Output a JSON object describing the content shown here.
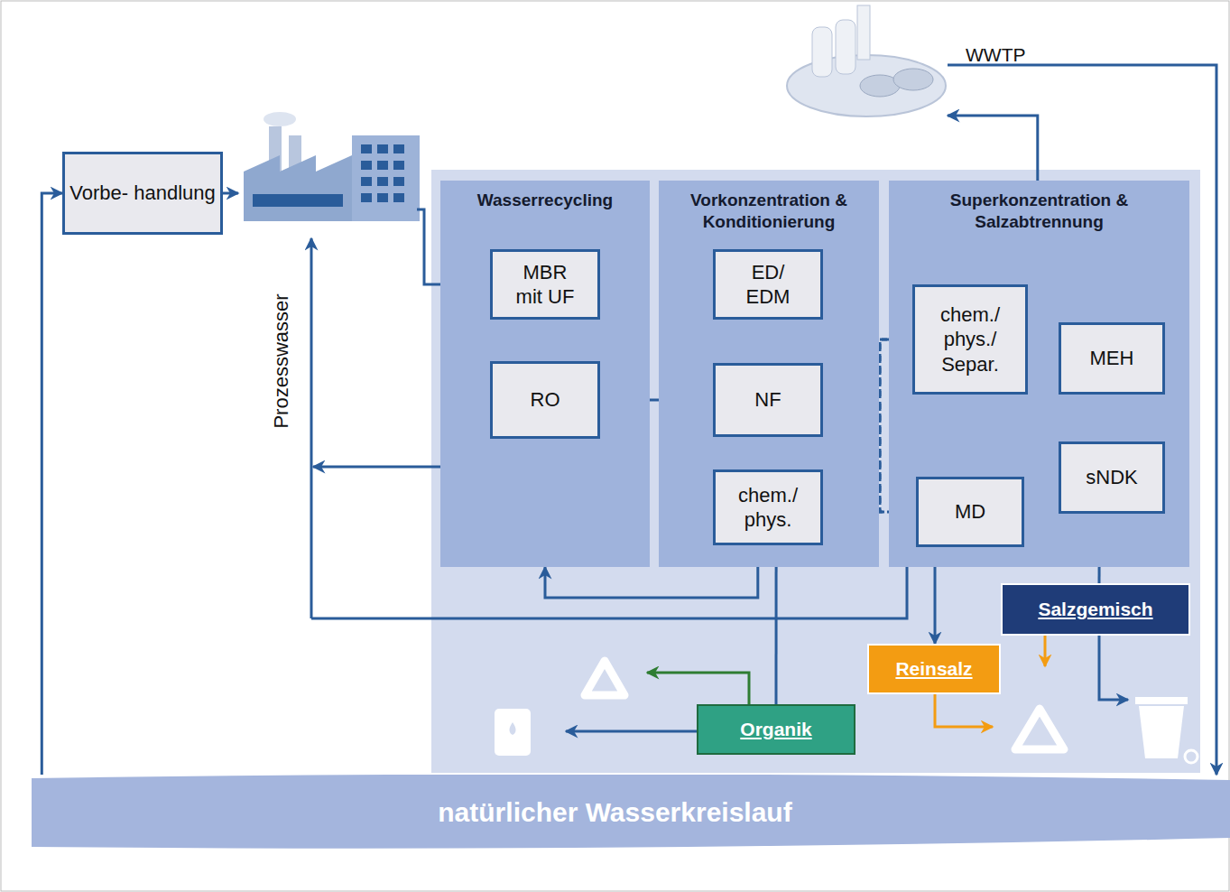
{
  "diagram": {
    "nodes": [
      {
        "text": [
          "Vorbe- handlung"
        ]
      },
      {
        "text": [
          "WWTP"
        ]
      },
      {
        "text": [
          "Wasserrecycling"
        ]
      },
      {
        "text": [
          "MBR mit UF"
        ],
        "in": 2
      },
      {
        "text": [
          "RO"
        ],
        "in": 2
      },
      {
        "text": [
          "Vorkonzentration & Konditionierung"
        ]
      },
      {
        "text": [
          "ED/ EDM"
        ],
        "in": 5
      },
      {
        "text": [
          "NF"
        ],
        "in": 5
      },
      {
        "text": [
          "chem./ phys."
        ],
        "in": 5
      },
      {
        "text": [
          "Superkonzentration & Salzabtrennung"
        ]
      },
      {
        "text": [
          "chem./ phys./ Separ."
        ],
        "in": 9
      },
      {
        "text": [
          "MEH"
        ],
        "in": 9
      },
      {
        "text": [
          "sNDK"
        ],
        "in": 9
      },
      {
        "text": [
          "MD"
        ],
        "in": 9
      },
      {
        "text": [
          "Organik"
        ]
      },
      {
        "text": [
          "Reinsalz"
        ]
      },
      {
        "text": [
          "Salzgemisch"
        ]
      },
      {
        "text": [
          "natürlicher Wasserkreislauf"
        ]
      }
    ],
    "edges": [
      {
        "from": 3,
        "to": 4,
        "arrow": "to"
      },
      {
        "from": 4,
        "to": 7,
        "arrow": "to"
      },
      {
        "from": 7,
        "to": 6,
        "arrow": "to"
      },
      {
        "from": 6,
        "to": 10,
        "arrow": "to"
      },
      {
        "from": 6,
        "to": 13,
        "arrow": "to"
      },
      {
        "from": 7,
        "to": 10,
        "arrow": "to"
      },
      {
        "from": 7,
        "to": 13,
        "arrow": "to"
      },
      {
        "from": 7,
        "to": 8,
        "arrow": "to"
      },
      {
        "from": 10,
        "to": 13,
        "arrow": "none"
      },
      {
        "from": 10,
        "to": 11,
        "arrow": "none"
      },
      {
        "from": 11,
        "to": 12,
        "arrow": "both"
      },
      {
        "from": 13,
        "to": 15,
        "arrow": "to"
      },
      {
        "from": 9,
        "to": 16,
        "arrow": "none"
      },
      {
        "from": 5,
        "to": 14,
        "arrow": "none"
      },
      {
        "from": 5,
        "to": 2,
        "arrow": "to"
      },
      {
        "from": 9,
        "to": 1,
        "arrow": "to"
      },
      {
        "from": 1,
        "to": 17,
        "arrow": "to"
      },
      {
        "from": 17,
        "to": 0,
        "arrow": "to"
      }
    ],
    "labels": [
      "Prozesswasser"
    ]
  }
}
